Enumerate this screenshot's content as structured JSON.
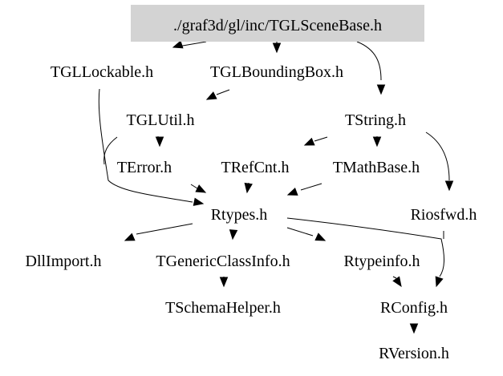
{
  "graph": {
    "title": "./graf3d/gl/inc/TGLSceneBase.h",
    "root_fill": "#d3d3d3",
    "nodes": [
      {
        "id": "root",
        "label": "./graf3d/gl/inc/TGLSceneBase.h",
        "highlighted": true
      },
      {
        "id": "TGLLockable",
        "label": "TGLLockable.h"
      },
      {
        "id": "TGLBoundingBox",
        "label": "TGLBoundingBox.h"
      },
      {
        "id": "TGLUtil",
        "label": "TGLUtil.h"
      },
      {
        "id": "TString",
        "label": "TString.h"
      },
      {
        "id": "TError",
        "label": "TError.h"
      },
      {
        "id": "TRefCnt",
        "label": "TRefCnt.h"
      },
      {
        "id": "TMathBase",
        "label": "TMathBase.h"
      },
      {
        "id": "Rtypes",
        "label": "Rtypes.h"
      },
      {
        "id": "Riosfwd",
        "label": "Riosfwd.h"
      },
      {
        "id": "DllImport",
        "label": "DllImport.h"
      },
      {
        "id": "TGenericClassInfo",
        "label": "TGenericClassInfo.h"
      },
      {
        "id": "Rtypeinfo",
        "label": "Rtypeinfo.h"
      },
      {
        "id": "TSchemaHelper",
        "label": "TSchemaHelper.h"
      },
      {
        "id": "RConfig",
        "label": "RConfig.h"
      },
      {
        "id": "RVersion",
        "label": "RVersion.h"
      }
    ],
    "edges": [
      {
        "from": "root",
        "to": "TGLLockable"
      },
      {
        "from": "root",
        "to": "TGLBoundingBox"
      },
      {
        "from": "root",
        "to": "TString"
      },
      {
        "from": "TGLBoundingBox",
        "to": "TGLUtil"
      },
      {
        "from": "TGLLockable",
        "to": "Rtypes"
      },
      {
        "from": "TGLUtil",
        "to": "TError"
      },
      {
        "from": "TGLUtil",
        "to": "Rtypes"
      },
      {
        "from": "TString",
        "to": "TRefCnt"
      },
      {
        "from": "TString",
        "to": "TMathBase"
      },
      {
        "from": "TString",
        "to": "Riosfwd"
      },
      {
        "from": "TError",
        "to": "Rtypes"
      },
      {
        "from": "TRefCnt",
        "to": "Rtypes"
      },
      {
        "from": "TMathBase",
        "to": "Rtypes"
      },
      {
        "from": "Rtypes",
        "to": "DllImport"
      },
      {
        "from": "Rtypes",
        "to": "TGenericClassInfo"
      },
      {
        "from": "Rtypes",
        "to": "Rtypeinfo"
      },
      {
        "from": "Rtypes",
        "to": "RConfig"
      },
      {
        "from": "Riosfwd",
        "to": "RConfig"
      },
      {
        "from": "TGenericClassInfo",
        "to": "TSchemaHelper"
      },
      {
        "from": "Rtypeinfo",
        "to": "RConfig"
      },
      {
        "from": "RConfig",
        "to": "RVersion"
      }
    ]
  }
}
